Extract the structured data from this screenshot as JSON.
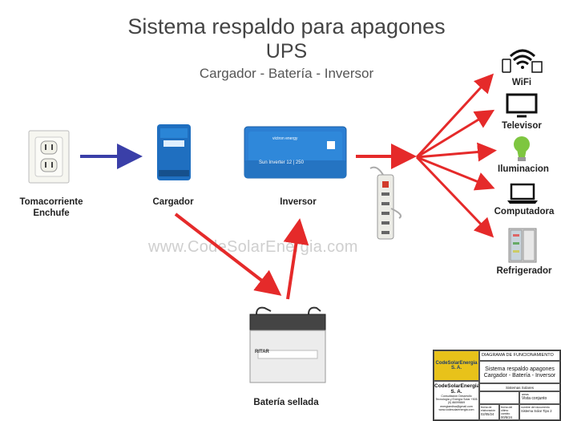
{
  "header": {
    "title": "Sistema respaldo para apagones",
    "subtitle": "UPS",
    "components": "Cargador - Batería - Inversor"
  },
  "watermark": "www.CodeSolarEnergia.com",
  "nodes": {
    "outlet": "Tomacorriente\nEnchufe",
    "charger": "Cargador",
    "inverter": "Inversor",
    "inverter_model": "Sun Inverter 12 | 250 ",
    "inverter_brand": "victron energy",
    "battery": "Batería sellada",
    "battery_brand": "RITAR"
  },
  "outputs": [
    "WiFi",
    "Televisor",
    "Iluminacion",
    "Computadora",
    "Refrigerador"
  ],
  "colors": {
    "blue_arrow": "#3a3fa8",
    "red_arrow": "#e52a2a",
    "victron_blue": "#1f6fc0",
    "logo_yellow": "#e8c21a"
  },
  "title_block": {
    "logo_text": "CodeSolarEnergia",
    "logo_sub": "S. A.",
    "company_name": "CodeSolarEnergia",
    "company_sa": "S. A.",
    "company_info": "Consultación Desarrollo Tecnología y Energía Solar +505 (0) 86099869 energiaedisa@gmail.com www.codesolarenergia.com",
    "drawing_title": "DIAGRAMA DE FUNCIONAMIENTO",
    "drawing_desc": "Sistema respaldo apagones Cargador - Batería - Inversor",
    "system": "Sistemas Solares",
    "view_label": "areas",
    "view_value": "Vista conjunto",
    "created_label": "fecha de elaboración",
    "created_value": "02/05/24",
    "modified_label": "fecha del último cambio",
    "modified_value": "00/5/24",
    "doc_label": "nombre del documento",
    "doc_value": "Sistema Solar Tipo 2"
  }
}
